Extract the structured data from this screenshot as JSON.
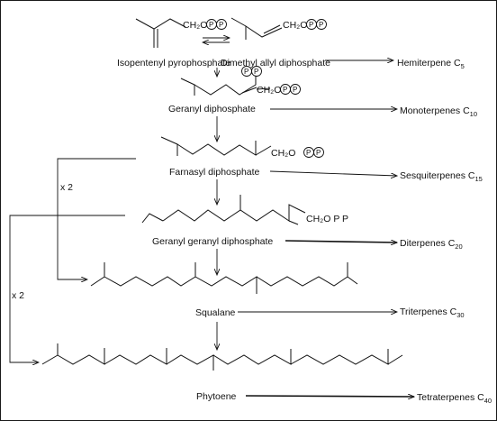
{
  "compounds": {
    "isopentenyl": "Isopentenyl pyrophosphate",
    "dimethylallyl": "Dimethyl allyl diphosphate",
    "geranyl": "Geranyl diphosphate",
    "farnesyl": "Farnasyl diphosphate",
    "ggpp": "Geranyl geranyl diphosphate",
    "squalene": "Squalane",
    "phytoene": "Phytoene"
  },
  "products": {
    "hemiterpene": {
      "name": "Hemiterpene",
      "carbon": "C",
      "count": "5"
    },
    "monoterpenes": {
      "name": "Monoterpenes",
      "carbon": "C",
      "count": "10"
    },
    "sesquiterpenes": {
      "name": "Sesquiterpenes",
      "carbon": "C",
      "count": "15"
    },
    "diterpenes": {
      "name": "Diterpenes",
      "carbon": "C",
      "count": "20"
    },
    "triterpenes": {
      "name": "Triterpenes",
      "carbon": "C",
      "count": "30"
    },
    "tetraterpenes": {
      "name": "Tetraterpenes",
      "carbon": "C",
      "count": "40"
    }
  },
  "groups": {
    "ch2o": "CH₂O",
    "ch2o_ggpp": "CH₂O P P",
    "p": "P"
  },
  "multipliers": {
    "upper": "x 2",
    "lower": "x 2"
  }
}
